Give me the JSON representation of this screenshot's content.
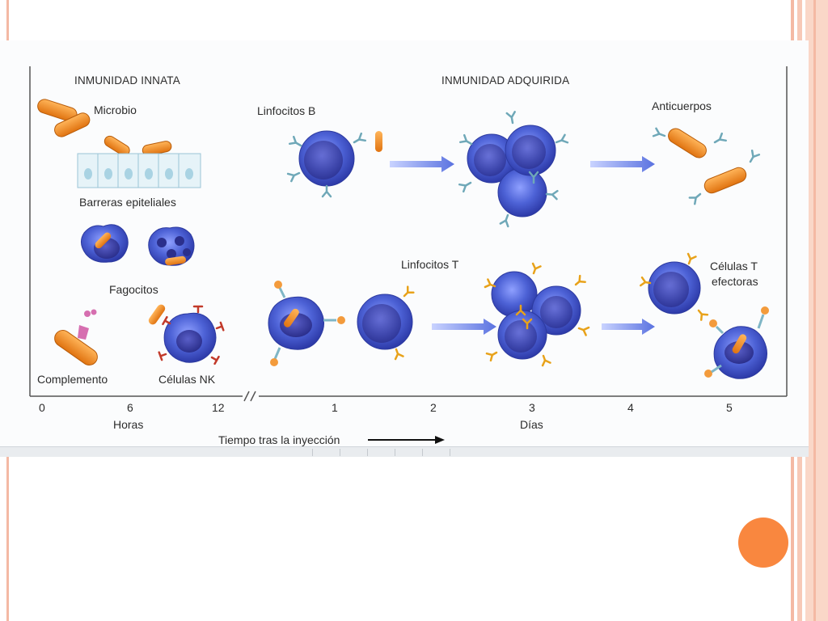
{
  "headers": {
    "innate": "INMUNIDAD INNATA",
    "acquired": "INMUNIDAD ADQUIRIDA"
  },
  "labels": {
    "microbe": "Microbio",
    "epithelial": "Barreras epiteliales",
    "phagocytes": "Fagocitos",
    "complement": "Complemento",
    "nk": "Células NK",
    "b_cells": "Linfocitos B",
    "antibodies": "Anticuerpos",
    "t_cells": "Linfocitos T",
    "effector_1": "Células T",
    "effector_2": "efectoras"
  },
  "axis": {
    "ticks_hours": [
      "0",
      "6",
      "12"
    ],
    "hours_label": "Horas",
    "ticks_days": [
      "1",
      "2",
      "3",
      "4",
      "5"
    ],
    "days_label": "Días",
    "time_label": "Tiempo tras la inyección"
  },
  "colors": {
    "accent_orange": "#f9873f",
    "frame_salmon": "#f4b9a4",
    "cell_blue": "#4a5fd0",
    "bacteria_orange": "#f08a1c"
  }
}
